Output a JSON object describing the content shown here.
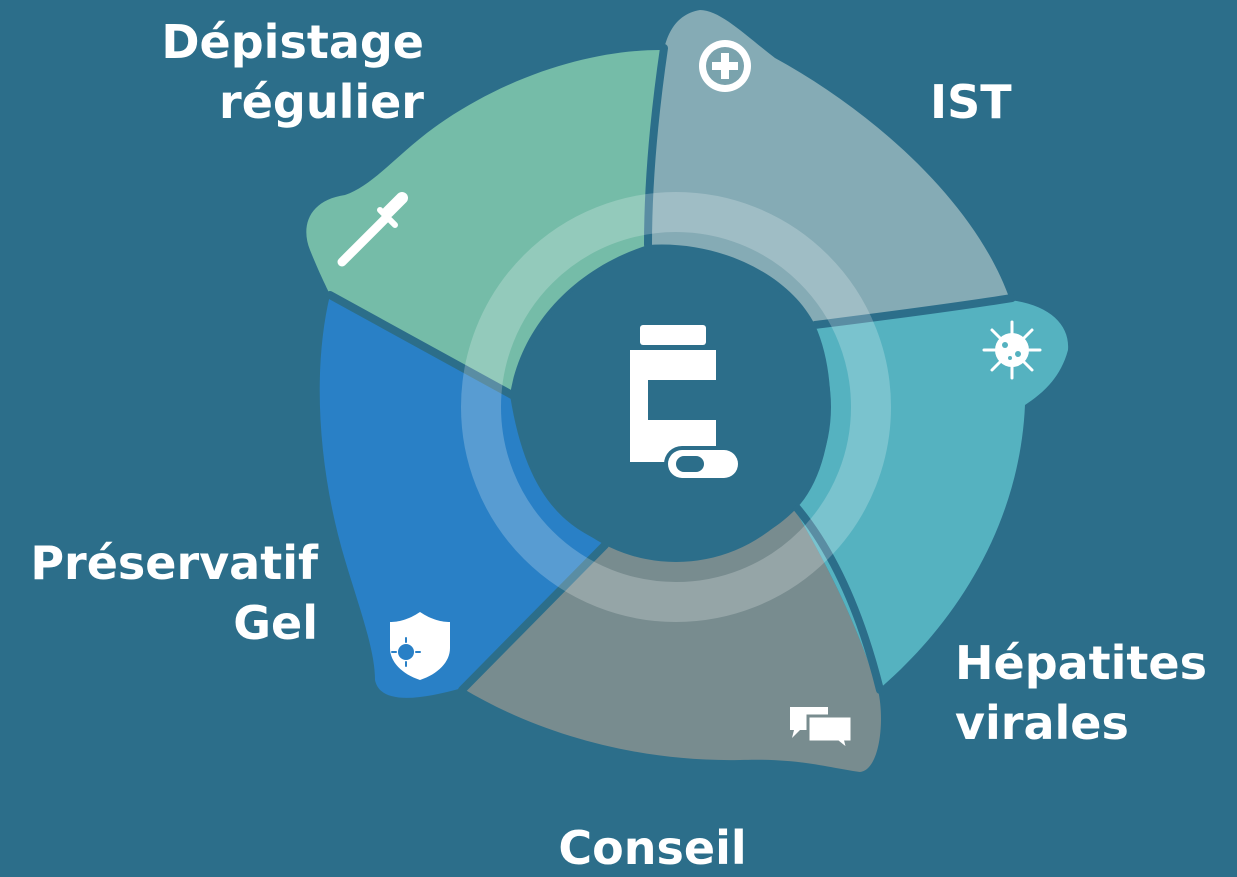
{
  "center": {
    "icon": "medicine-bottle-pill-icon"
  },
  "segments": [
    {
      "id": "depistage",
      "lines": [
        "Dépistage",
        "régulier"
      ],
      "icon": "dropper-syringe-icon",
      "color": "#75bca8"
    },
    {
      "id": "ist",
      "lines": [
        "IST"
      ],
      "icon": "plus-circle-icon",
      "color": "#85abb5"
    },
    {
      "id": "hepatites",
      "lines": [
        "Hépatites",
        "virales"
      ],
      "icon": "virus-icon",
      "color": "#55b2c0"
    },
    {
      "id": "conseil",
      "lines": [
        "Conseil"
      ],
      "icon": "chat-bubbles-icon",
      "color": "#788c8f"
    },
    {
      "id": "preservatif",
      "lines": [
        "Préservatif",
        "Gel"
      ],
      "icon": "shield-virus-icon",
      "color": "#2980c6"
    }
  ],
  "colors": {
    "background": "#2c6e8a",
    "inner_ring": "#ffffff"
  }
}
